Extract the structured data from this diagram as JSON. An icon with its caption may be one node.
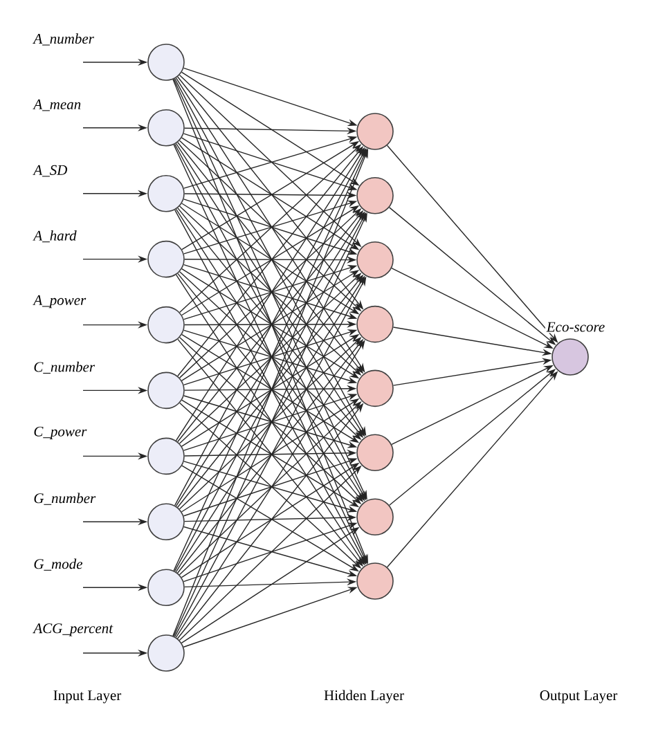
{
  "diagram": {
    "nodes": [
      {
        "text": [],
        "shape": "circle"
      },
      {
        "text": [],
        "shape": "circle"
      },
      {
        "text": [],
        "shape": "circle"
      },
      {
        "text": [],
        "shape": "circle"
      },
      {
        "text": [],
        "shape": "circle"
      },
      {
        "text": [],
        "shape": "circle"
      },
      {
        "text": [],
        "shape": "circle"
      },
      {
        "text": [],
        "shape": "circle"
      },
      {
        "text": [],
        "shape": "circle"
      },
      {
        "text": [],
        "shape": "circle"
      },
      {
        "text": [],
        "shape": "circle"
      },
      {
        "text": [],
        "shape": "circle"
      },
      {
        "text": [],
        "shape": "circle"
      },
      {
        "text": [],
        "shape": "circle"
      },
      {
        "text": [],
        "shape": "circle"
      },
      {
        "text": [],
        "shape": "circle"
      },
      {
        "text": [],
        "shape": "circle"
      },
      {
        "text": [],
        "shape": "circle"
      },
      {
        "text": [],
        "shape": "circle",
        "beside": [
          "Eco-score"
        ]
      }
    ],
    "edges": [
      {
        "from": null,
        "to": 0,
        "arrow": "to",
        "label": "A_number"
      },
      {
        "from": null,
        "to": 1,
        "arrow": "to",
        "label": "A_mean"
      },
      {
        "from": null,
        "to": 2,
        "arrow": "to",
        "label": "A_SD"
      },
      {
        "from": null,
        "to": 3,
        "arrow": "to",
        "label": "A_hard"
      },
      {
        "from": null,
        "to": 4,
        "arrow": "to",
        "label": "A_power"
      },
      {
        "from": null,
        "to": 5,
        "arrow": "to",
        "label": "C_number"
      },
      {
        "from": null,
        "to": 6,
        "arrow": "to",
        "label": "C_power"
      },
      {
        "from": null,
        "to": 7,
        "arrow": "to",
        "label": "G_number"
      },
      {
        "from": null,
        "to": 8,
        "arrow": "to",
        "label": "G_mode"
      },
      {
        "from": null,
        "to": 9,
        "arrow": "to",
        "label": "ACG_percent"
      },
      {
        "from": 0,
        "to": 10,
        "arrow": "to"
      },
      {
        "from": 0,
        "to": 11,
        "arrow": "to"
      },
      {
        "from": 0,
        "to": 12,
        "arrow": "to"
      },
      {
        "from": 0,
        "to": 13,
        "arrow": "to"
      },
      {
        "from": 0,
        "to": 14,
        "arrow": "to"
      },
      {
        "from": 0,
        "to": 15,
        "arrow": "to"
      },
      {
        "from": 0,
        "to": 16,
        "arrow": "to"
      },
      {
        "from": 0,
        "to": 17,
        "arrow": "to"
      },
      {
        "from": 1,
        "to": 10,
        "arrow": "to"
      },
      {
        "from": 1,
        "to": 11,
        "arrow": "to"
      },
      {
        "from": 1,
        "to": 12,
        "arrow": "to"
      },
      {
        "from": 1,
        "to": 13,
        "arrow": "to"
      },
      {
        "from": 1,
        "to": 14,
        "arrow": "to"
      },
      {
        "from": 1,
        "to": 15,
        "arrow": "to"
      },
      {
        "from": 1,
        "to": 16,
        "arrow": "to"
      },
      {
        "from": 1,
        "to": 17,
        "arrow": "to"
      },
      {
        "from": 2,
        "to": 10,
        "arrow": "to"
      },
      {
        "from": 2,
        "to": 11,
        "arrow": "to"
      },
      {
        "from": 2,
        "to": 12,
        "arrow": "to"
      },
      {
        "from": 2,
        "to": 13,
        "arrow": "to"
      },
      {
        "from": 2,
        "to": 14,
        "arrow": "to"
      },
      {
        "from": 2,
        "to": 15,
        "arrow": "to"
      },
      {
        "from": 2,
        "to": 16,
        "arrow": "to"
      },
      {
        "from": 2,
        "to": 17,
        "arrow": "to"
      },
      {
        "from": 3,
        "to": 10,
        "arrow": "to"
      },
      {
        "from": 3,
        "to": 11,
        "arrow": "to"
      },
      {
        "from": 3,
        "to": 12,
        "arrow": "to"
      },
      {
        "from": 3,
        "to": 13,
        "arrow": "to"
      },
      {
        "from": 3,
        "to": 14,
        "arrow": "to"
      },
      {
        "from": 3,
        "to": 15,
        "arrow": "to"
      },
      {
        "from": 3,
        "to": 16,
        "arrow": "to"
      },
      {
        "from": 3,
        "to": 17,
        "arrow": "to"
      },
      {
        "from": 4,
        "to": 10,
        "arrow": "to"
      },
      {
        "from": 4,
        "to": 11,
        "arrow": "to"
      },
      {
        "from": 4,
        "to": 12,
        "arrow": "to"
      },
      {
        "from": 4,
        "to": 13,
        "arrow": "to"
      },
      {
        "from": 4,
        "to": 14,
        "arrow": "to"
      },
      {
        "from": 4,
        "to": 15,
        "arrow": "to"
      },
      {
        "from": 4,
        "to": 16,
        "arrow": "to"
      },
      {
        "from": 4,
        "to": 17,
        "arrow": "to"
      },
      {
        "from": 5,
        "to": 10,
        "arrow": "to"
      },
      {
        "from": 5,
        "to": 11,
        "arrow": "to"
      },
      {
        "from": 5,
        "to": 12,
        "arrow": "to"
      },
      {
        "from": 5,
        "to": 13,
        "arrow": "to"
      },
      {
        "from": 5,
        "to": 14,
        "arrow": "to"
      },
      {
        "from": 5,
        "to": 15,
        "arrow": "to"
      },
      {
        "from": 5,
        "to": 16,
        "arrow": "to"
      },
      {
        "from": 5,
        "to": 17,
        "arrow": "to"
      },
      {
        "from": 6,
        "to": 10,
        "arrow": "to"
      },
      {
        "from": 6,
        "to": 11,
        "arrow": "to"
      },
      {
        "from": 6,
        "to": 12,
        "arrow": "to"
      },
      {
        "from": 6,
        "to": 13,
        "arrow": "to"
      },
      {
        "from": 6,
        "to": 14,
        "arrow": "to"
      },
      {
        "from": 6,
        "to": 15,
        "arrow": "to"
      },
      {
        "from": 6,
        "to": 16,
        "arrow": "to"
      },
      {
        "from": 6,
        "to": 17,
        "arrow": "to"
      },
      {
        "from": 7,
        "to": 10,
        "arrow": "to"
      },
      {
        "from": 7,
        "to": 11,
        "arrow": "to"
      },
      {
        "from": 7,
        "to": 12,
        "arrow": "to"
      },
      {
        "from": 7,
        "to": 13,
        "arrow": "to"
      },
      {
        "from": 7,
        "to": 14,
        "arrow": "to"
      },
      {
        "from": 7,
        "to": 15,
        "arrow": "to"
      },
      {
        "from": 7,
        "to": 16,
        "arrow": "to"
      },
      {
        "from": 7,
        "to": 17,
        "arrow": "to"
      },
      {
        "from": 8,
        "to": 10,
        "arrow": "to"
      },
      {
        "from": 8,
        "to": 11,
        "arrow": "to"
      },
      {
        "from": 8,
        "to": 12,
        "arrow": "to"
      },
      {
        "from": 8,
        "to": 13,
        "arrow": "to"
      },
      {
        "from": 8,
        "to": 14,
        "arrow": "to"
      },
      {
        "from": 8,
        "to": 15,
        "arrow": "to"
      },
      {
        "from": 8,
        "to": 16,
        "arrow": "to"
      },
      {
        "from": 8,
        "to": 17,
        "arrow": "to"
      },
      {
        "from": 9,
        "to": 10,
        "arrow": "to"
      },
      {
        "from": 9,
        "to": 11,
        "arrow": "to"
      },
      {
        "from": 9,
        "to": 12,
        "arrow": "to"
      },
      {
        "from": 9,
        "to": 13,
        "arrow": "to"
      },
      {
        "from": 9,
        "to": 14,
        "arrow": "to"
      },
      {
        "from": 9,
        "to": 15,
        "arrow": "to"
      },
      {
        "from": 9,
        "to": 16,
        "arrow": "to"
      },
      {
        "from": 9,
        "to": 17,
        "arrow": "to"
      },
      {
        "from": 10,
        "to": 18,
        "arrow": "to"
      },
      {
        "from": 11,
        "to": 18,
        "arrow": "to"
      },
      {
        "from": 12,
        "to": 18,
        "arrow": "to"
      },
      {
        "from": 13,
        "to": 18,
        "arrow": "to"
      },
      {
        "from": 14,
        "to": 18,
        "arrow": "to"
      },
      {
        "from": 15,
        "to": 18,
        "arrow": "to"
      },
      {
        "from": 16,
        "to": 18,
        "arrow": "to"
      },
      {
        "from": 17,
        "to": 18,
        "arrow": "to"
      }
    ],
    "labels": [
      "Input Layer",
      "Hidden Layer",
      "Output Layer"
    ]
  }
}
